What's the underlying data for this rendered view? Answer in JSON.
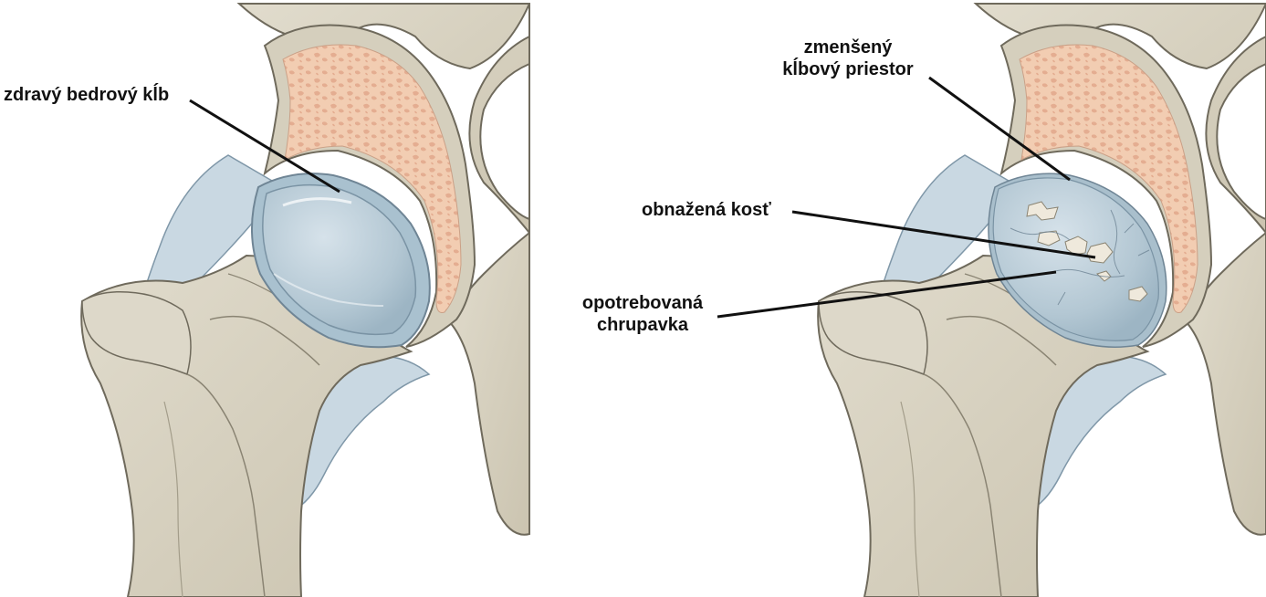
{
  "labels": {
    "healthy_joint": "zdravý bedrový kĺb",
    "reduced_space_line1": "zmenšený",
    "reduced_space_line2": "kĺbový priestor",
    "exposed_bone": "obnažená kosť",
    "worn_cartilage_line1": "opotrebovaná",
    "worn_cartilage_line2": "chrupavka"
  },
  "colors": {
    "bone": "#d9d4c3",
    "bone_shadow": "#b8b19c",
    "outline": "#6f6a5c",
    "marrow": "#f2c9ac",
    "marrow_pattern": "#e3a985",
    "cartilage": "#b9ccd8",
    "cartilage_light": "#dbe6ee",
    "capsule": "#c7d6e0",
    "leader_line": "#111111",
    "exposed_bone": "#efe9dc"
  }
}
